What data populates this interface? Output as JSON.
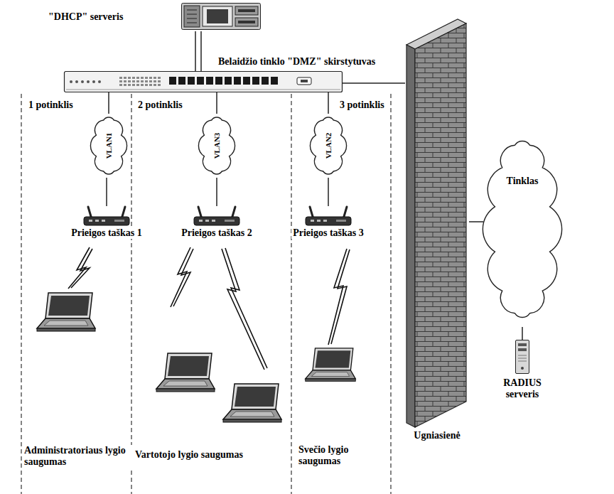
{
  "diagram": {
    "nodes": [
      {
        "text": [
          "\"DHCP\" serveris"
        ]
      },
      {
        "text": [
          "Belaidžio tinklo \"DMZ\" skirstytuvas"
        ]
      },
      {
        "text": [
          "VLAN1"
        ]
      },
      {
        "text": [
          "Prieigos taškas 1"
        ]
      },
      {
        "text": [
          "VLAN3"
        ]
      },
      {
        "text": [
          "Prieigos taškas 2"
        ]
      },
      {
        "text": [
          "VLAN2"
        ]
      },
      {
        "text": [
          "Prieigos taškas 3"
        ]
      },
      {
        "text": [
          "Ugniasienė"
        ]
      },
      {
        "text": [
          "Tinklas"
        ]
      },
      {
        "text": [
          "RADIUS serveris"
        ]
      }
    ],
    "edges": [
      {
        "from": 0,
        "to": 1,
        "arrow": "none"
      },
      {
        "from": 1,
        "to": 2,
        "arrow": "none"
      },
      {
        "from": 2,
        "to": 3,
        "arrow": "none"
      },
      {
        "from": 1,
        "to": 4,
        "arrow": "none"
      },
      {
        "from": 4,
        "to": 5,
        "arrow": "none"
      },
      {
        "from": 1,
        "to": 6,
        "arrow": "none"
      },
      {
        "from": 6,
        "to": 7,
        "arrow": "none"
      },
      {
        "from": 1,
        "to": 8,
        "arrow": "none"
      },
      {
        "from": 8,
        "to": 9,
        "arrow": "none"
      },
      {
        "from": 9,
        "to": 10,
        "arrow": "none"
      }
    ],
    "labels": [
      "1 potinklis",
      "2 potinklis",
      "3 potinklis",
      "Administratoriaus lygio saugumas",
      "Vartotojo lygio saugumas",
      "Svečio lygio saugumas"
    ]
  }
}
